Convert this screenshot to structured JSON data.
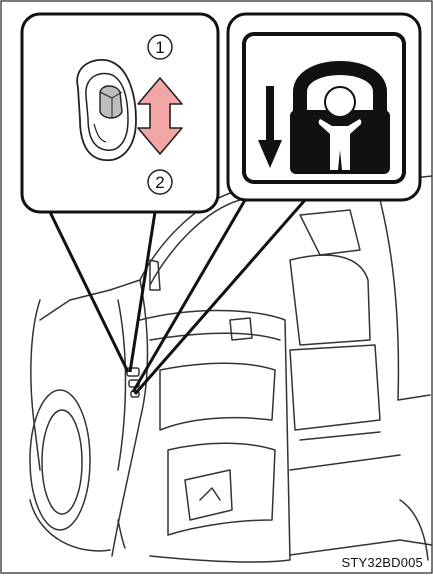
{
  "figure": {
    "callout_left": {
      "markers": [
        "1",
        "2"
      ]
    },
    "callout_right": {
      "icon": "child-lock-padlock-icon"
    },
    "image_code": "STY32BD005"
  }
}
